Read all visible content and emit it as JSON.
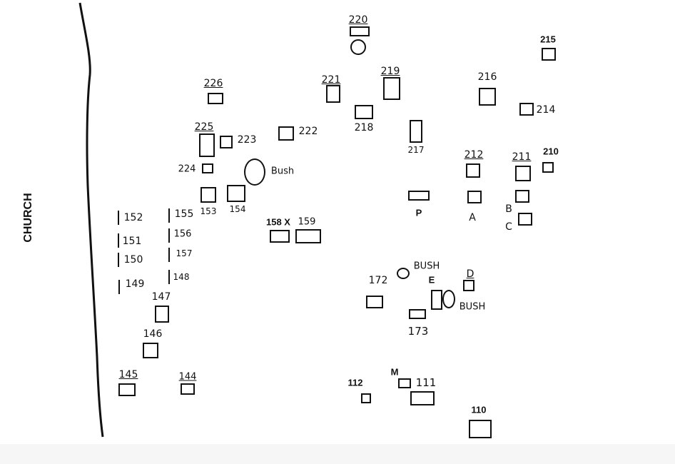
{
  "church_label": "CHURCH",
  "plots": {
    "p220": "220",
    "p215": "215",
    "p226": "226",
    "p221": "221",
    "p219": "219",
    "p218": "218",
    "p216": "216",
    "p214": "214",
    "p225": "225",
    "p223": "223",
    "p222": "222",
    "p217": "217",
    "p212": "212",
    "p211": "211",
    "p210": "210",
    "p224": "224",
    "p153": "153",
    "p154": "154",
    "pP": "P",
    "pA": "A",
    "pB": "B",
    "pC": "C",
    "p158": "158 X",
    "p159": "159",
    "p152": "152",
    "p151": "151",
    "p150": "150",
    "p149": "149",
    "p155": "155",
    "p156": "156",
    "p157": "157",
    "p148": "148",
    "p147": "147",
    "p146": "146",
    "p145": "145",
    "p144": "144",
    "p172": "172",
    "pE": "E",
    "pD": "D",
    "p173": "173",
    "p112": "112",
    "pM": "M",
    "p111": "111",
    "p110": "110"
  },
  "bushes": {
    "b1": "Bush",
    "b2": "BUSH",
    "b3": "BUSH"
  }
}
